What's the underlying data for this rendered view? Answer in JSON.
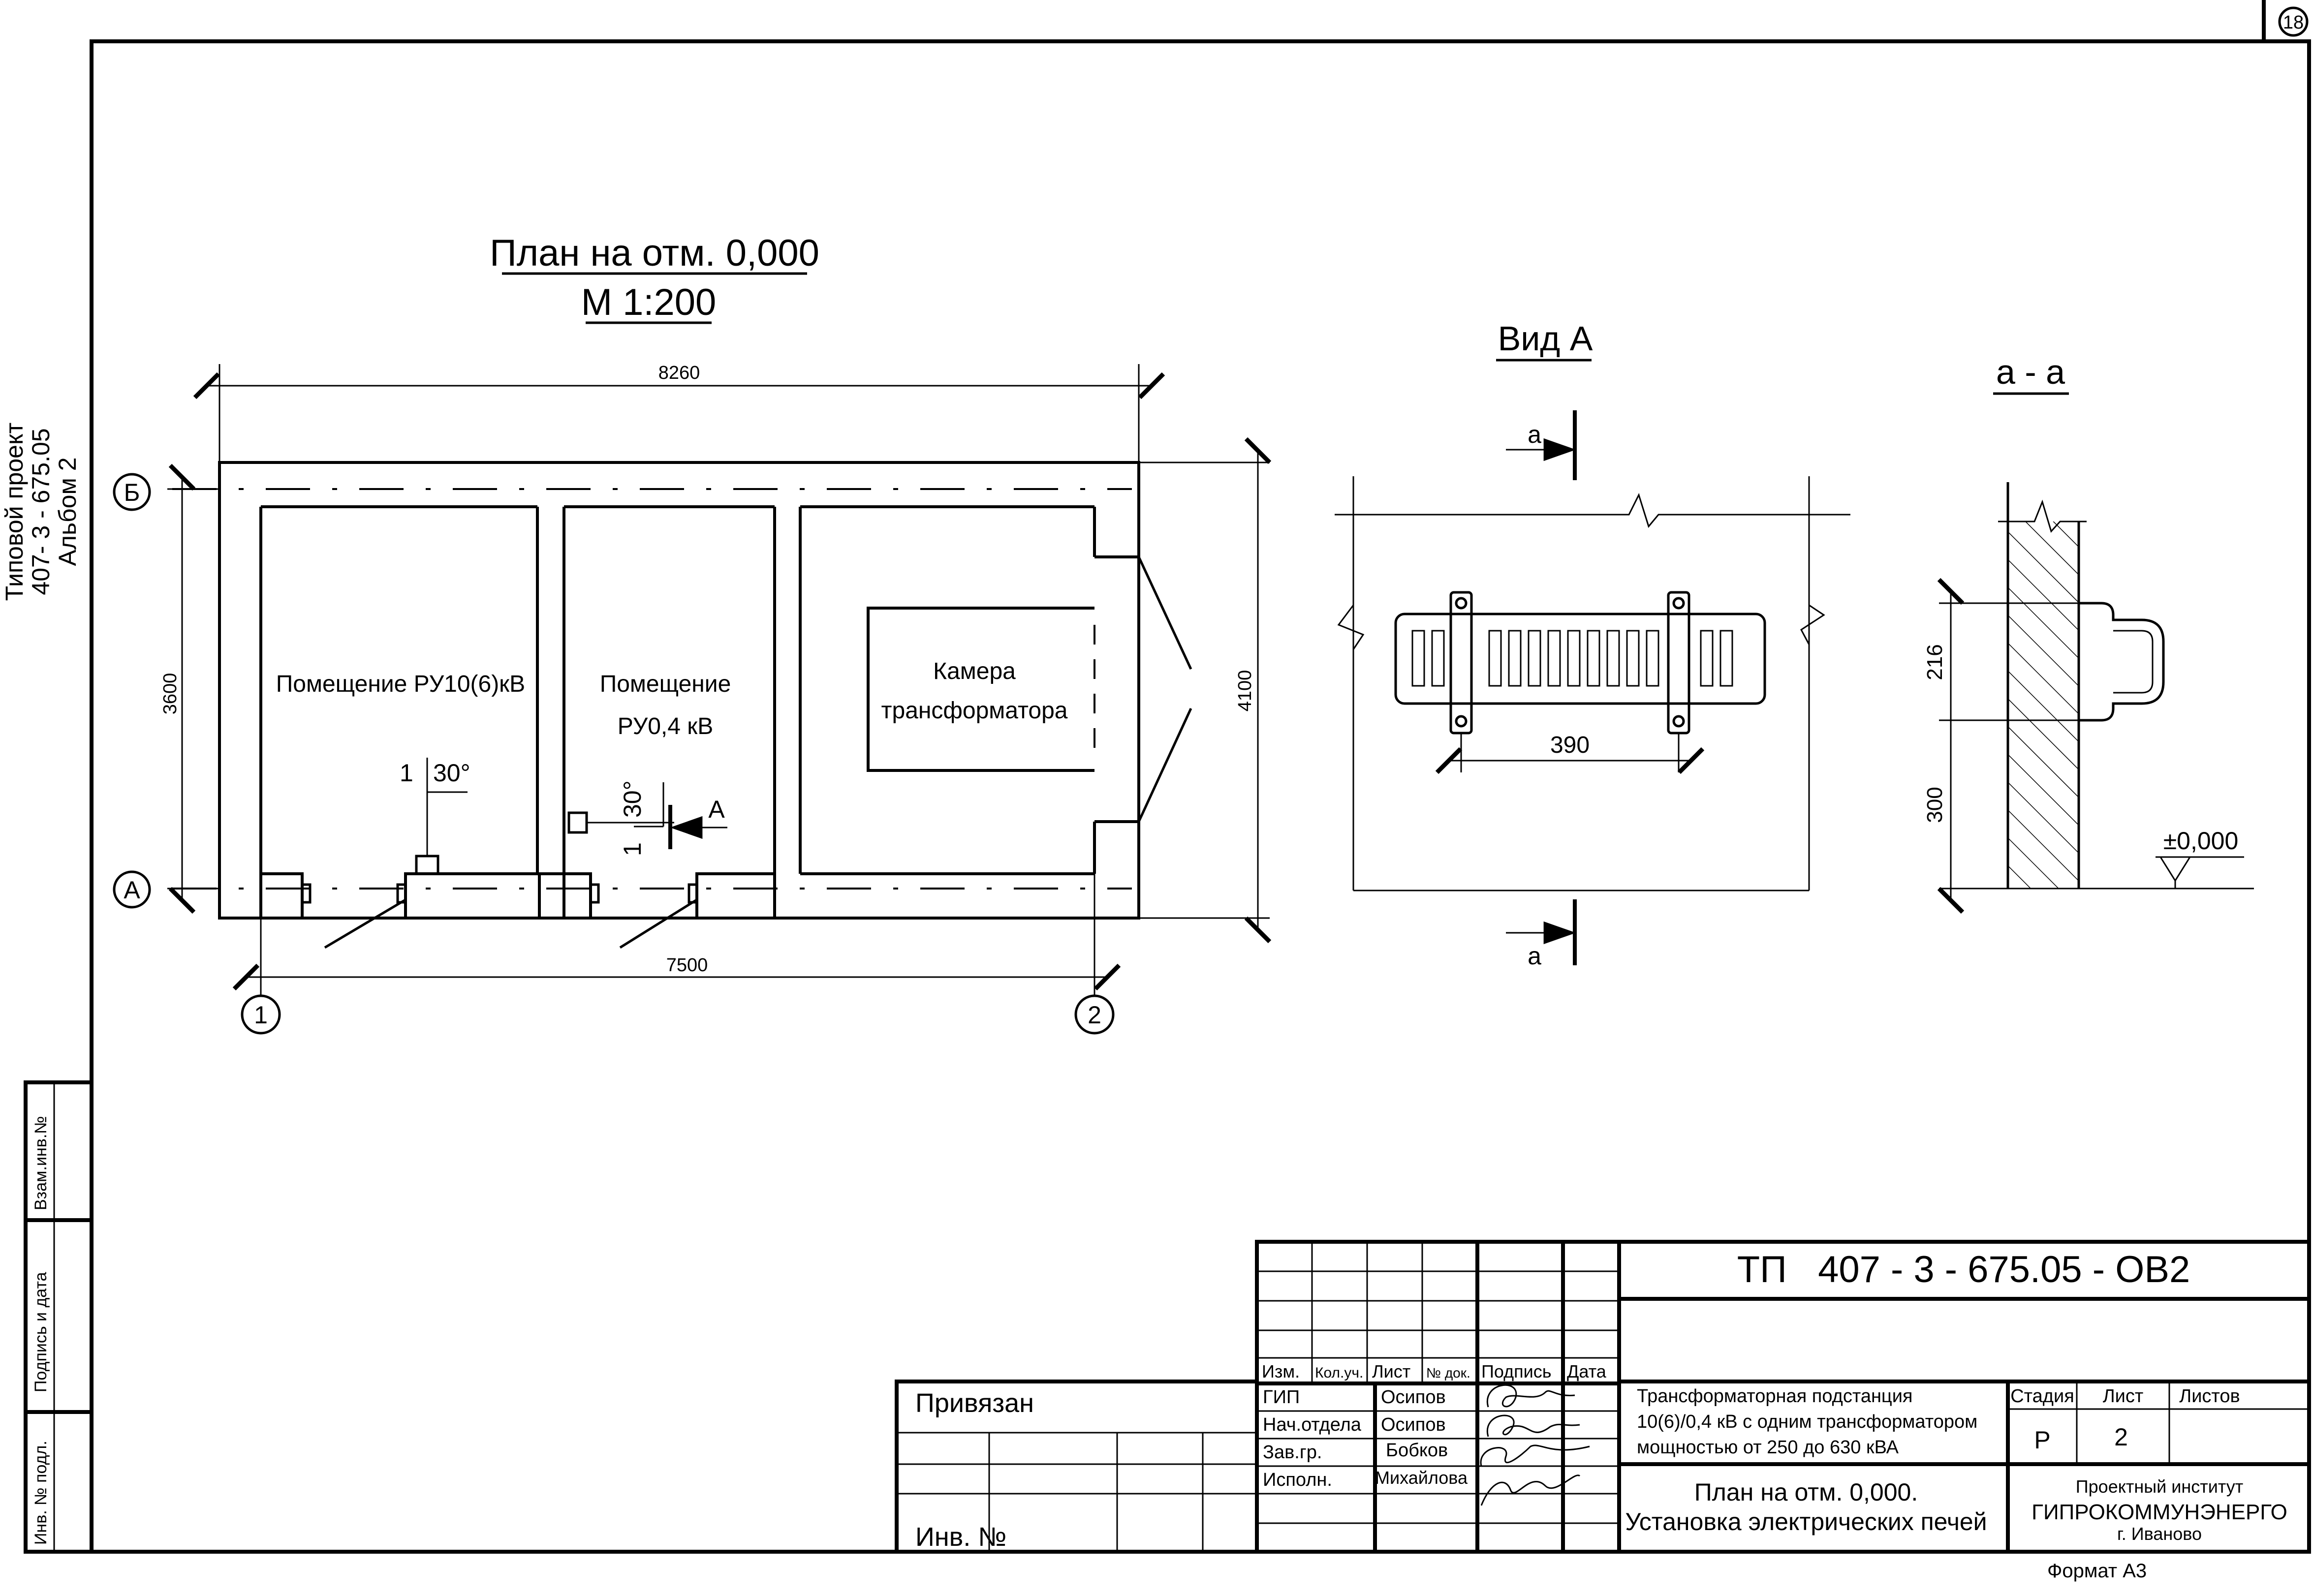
{
  "sheet_number": "18",
  "side_stamp": {
    "line1": "Типовой проект",
    "line2": "407- 3 - 675.05",
    "line3": "Альбом 2"
  },
  "left_margin_boxes": {
    "box1": "Взам.инв.№",
    "box2": "Подпись и дата",
    "box3": "Инв. № подл."
  },
  "plan": {
    "title": "План на отм. 0,000",
    "scale": "М 1:200",
    "dim_total_width": "8260",
    "dim_axis_width": "7500",
    "dim_left_height": "3600",
    "dim_right_height": "4100",
    "axis_b": "Б",
    "axis_a": "А",
    "axis_1": "1",
    "axis_2": "2",
    "room1": "Помещение РУ10(6)кВ",
    "room2_line1": "Помещение",
    "room2_line2": "РУ0,4 кВ",
    "room3_line1": "Камера",
    "room3_line2": "трансформатора",
    "slope1_num": "1",
    "slope1_angle": "30°",
    "slope2_num": "1",
    "slope2_angle": "30°",
    "view_mark": "А"
  },
  "view_a": {
    "title": "Вид А",
    "section_top": "а",
    "section_bottom": "а",
    "dim": "390"
  },
  "section_aa": {
    "title": "а - а",
    "dim_upper": "216",
    "dim_lower": "300",
    "level": "±0,000"
  },
  "title_block": {
    "code": "ТП   407 - 3 - 675.05 - ОВ2",
    "header": {
      "izm": "Изм.",
      "kol": "Кол.уч.",
      "list": "Лист",
      "doc": "№ док.",
      "sign": "Подпись",
      "date": "Дата"
    },
    "roles": [
      {
        "role": "ГИП",
        "name": "Осипов"
      },
      {
        "role": "Нач.отдела",
        "name": "Осипов"
      },
      {
        "role": "Зав.гр.",
        "name": "Бобков"
      },
      {
        "role": "Исполн.",
        "name": "Михайлова"
      }
    ],
    "object_line1": "Трансформаторная подстанция",
    "object_line2": "10(6)/0,4 кВ с одним трансформатором",
    "object_line3": "мощностью от 250 до 630 кВА",
    "sheet_title_line1": "План на отм. 0,000.",
    "sheet_title_line2": "Установка электрических печей",
    "stage_label": "Стадия",
    "list_label": "Лист",
    "lists_label": "Листов",
    "stage": "Р",
    "list": "2",
    "lists": "",
    "org_line1": "Проектный институт",
    "org_line2": "ГИПРОКОММУНЭНЕРГО",
    "org_line3": "г. Иваново",
    "privyazan": "Привязан",
    "inv_no": "Инв. №",
    "format": "Формат А3"
  }
}
